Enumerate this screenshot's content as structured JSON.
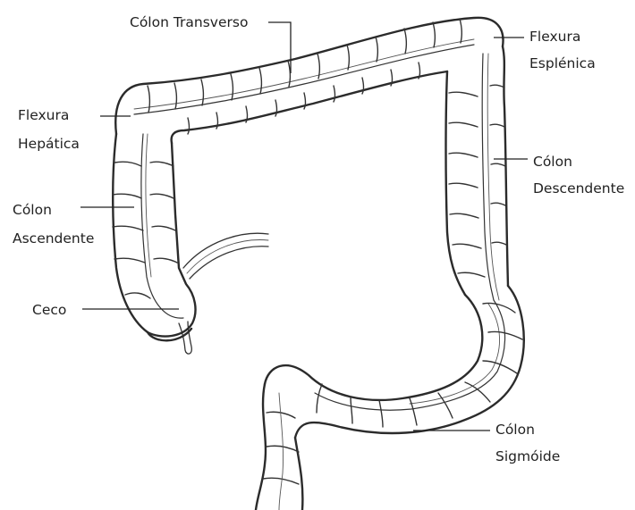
{
  "labels": {
    "colon_transverso": "Cólon Transverso",
    "flexura_esplenica_1": "Flexura",
    "flexura_esplenica_2": "Esplénica",
    "flexura_hepatica_1": "Flexura",
    "flexura_hepatica_2": "Hepática",
    "colon_descendente_1": "Cólon",
    "colon_descendente_2": "Descendente",
    "colon_ascendente_1": "Cólon",
    "colon_ascendente_2": "Ascendente",
    "ceco": "Ceco",
    "colon_sigmoide_1": "Cólon",
    "colon_sigmoide_2": "Sigmóide"
  }
}
